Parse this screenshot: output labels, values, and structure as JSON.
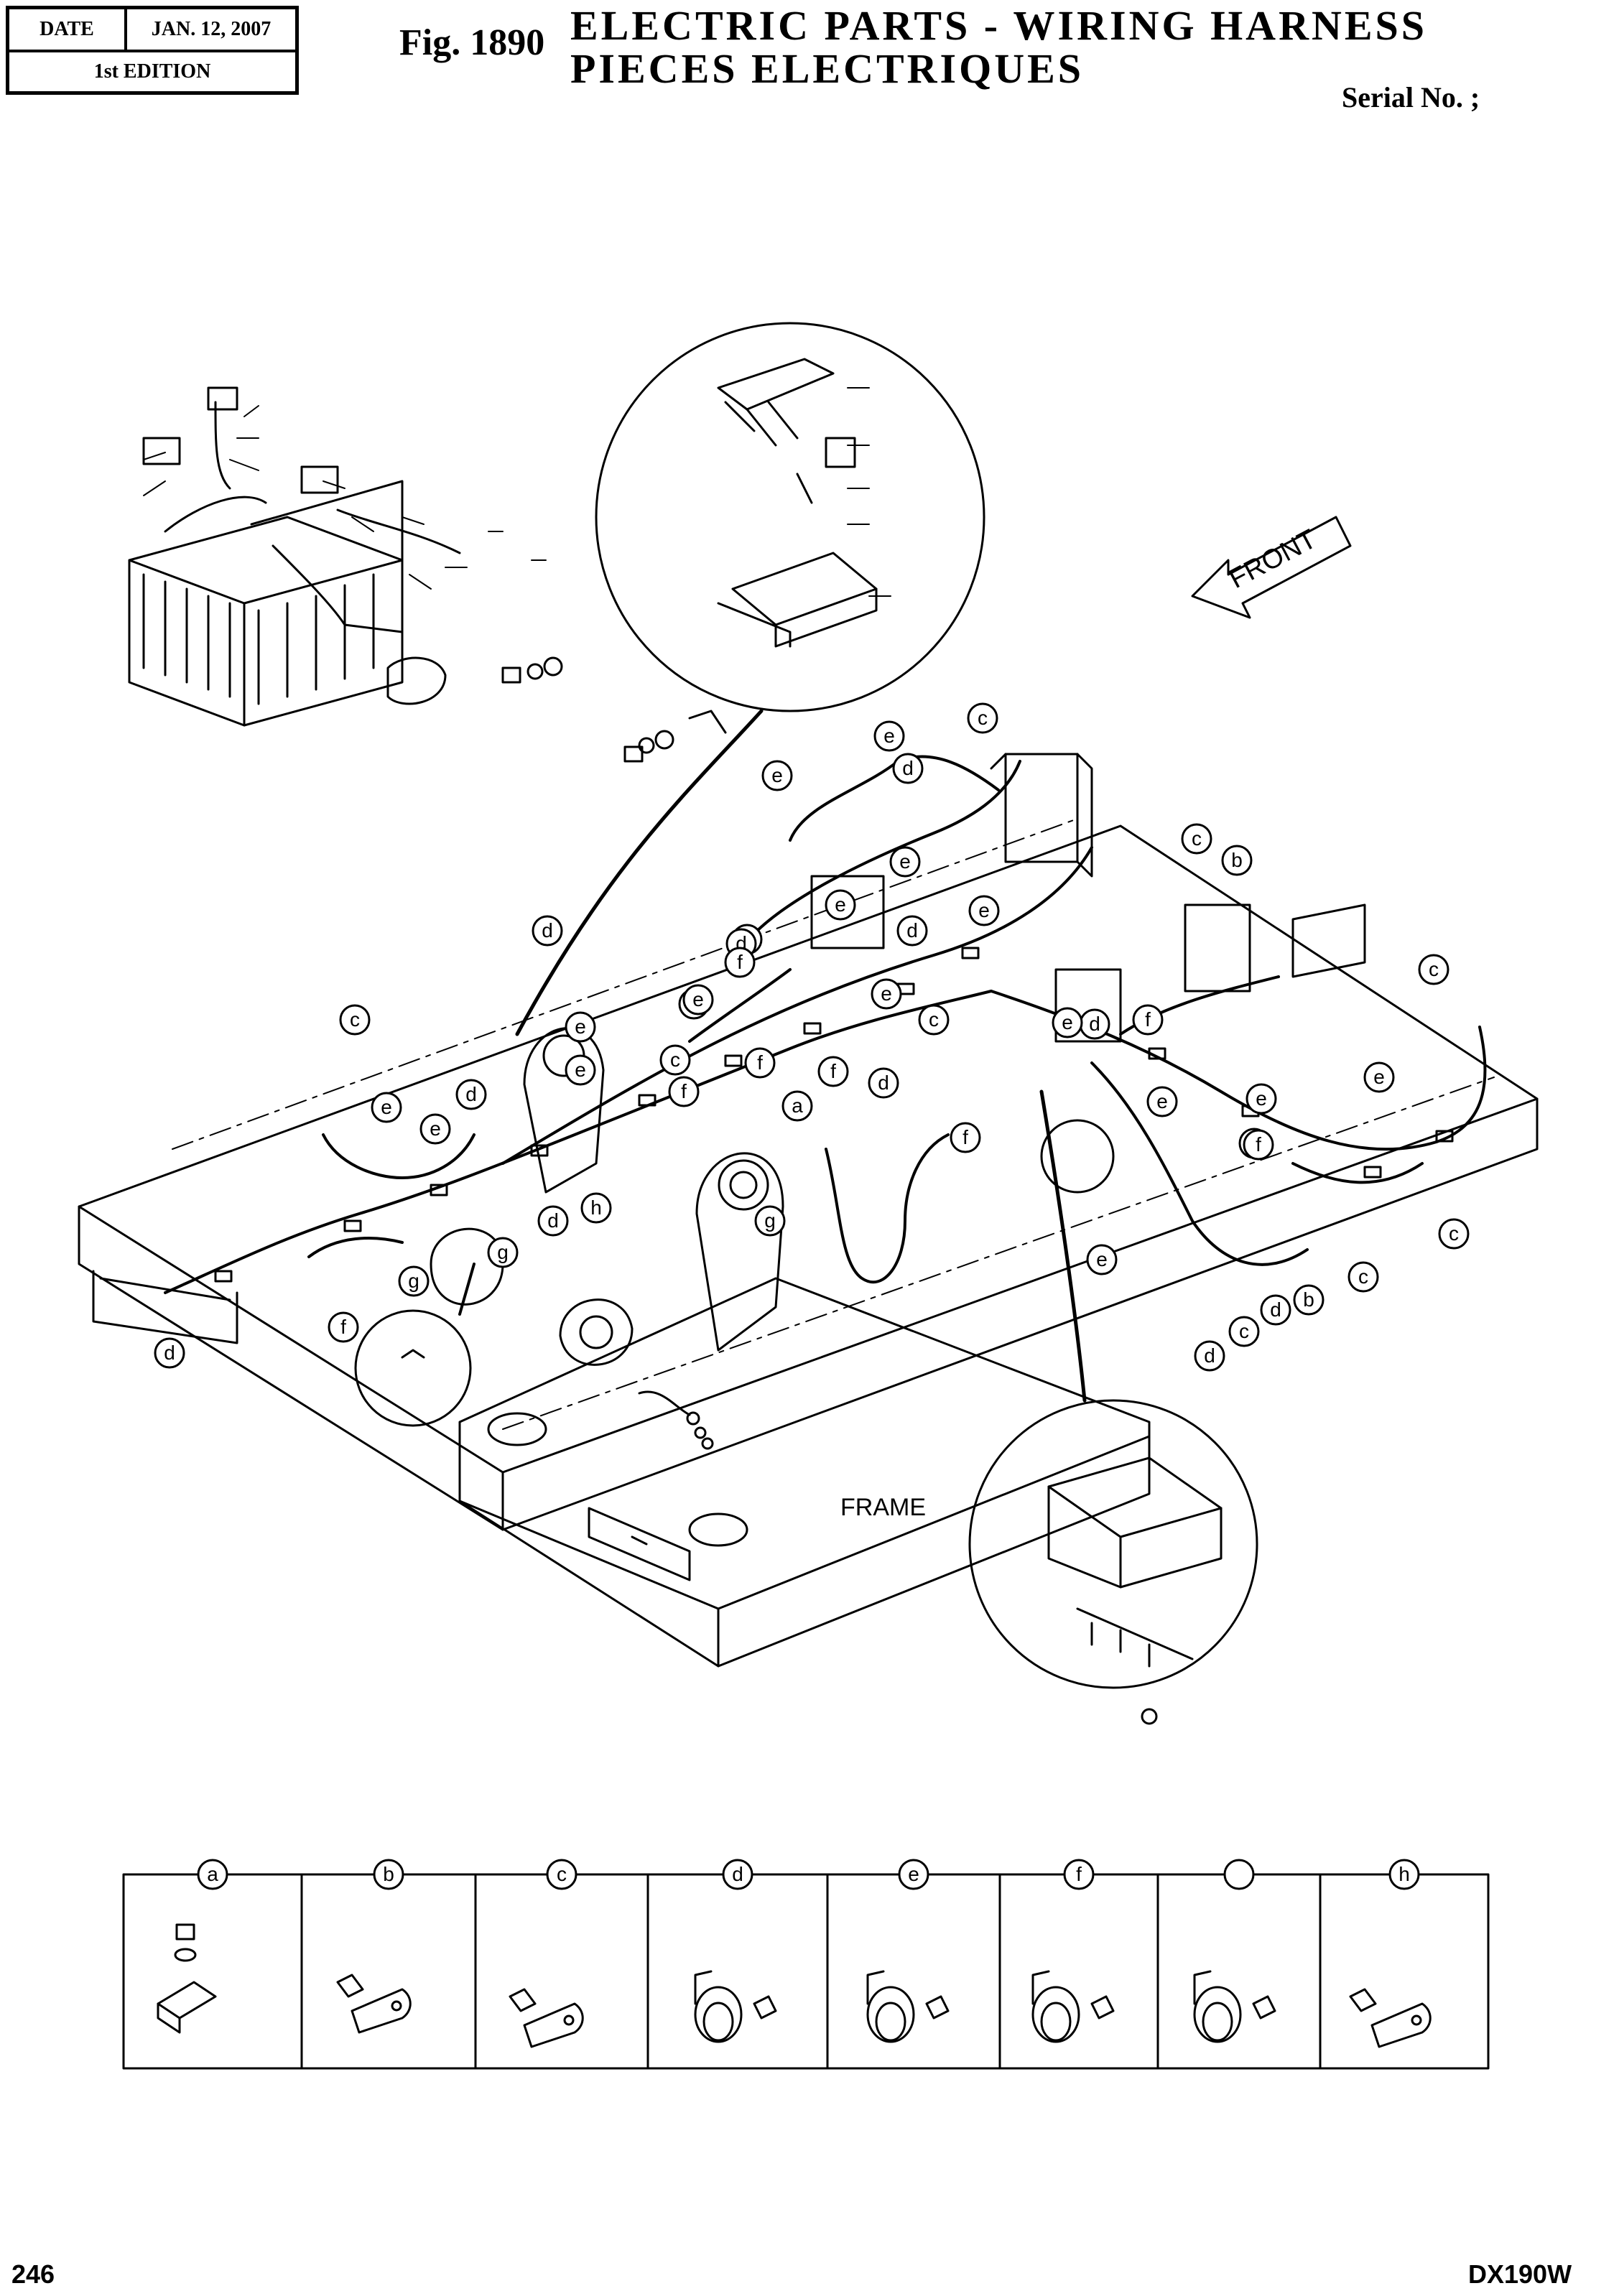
{
  "header": {
    "date_label": "DATE",
    "date_value": "JAN. 12, 2007",
    "edition": "1st EDITION",
    "fig_number": "Fig. 1890",
    "title_line1": "ELECTRIC PARTS - WIRING HARNESS",
    "title_line2": "PIECES ELECTRIQUES",
    "serial": "Serial No. ;"
  },
  "diagram": {
    "front_label": "FRONT",
    "frame_label": "FRAME",
    "callouts": [
      {
        "letter": "a"
      },
      {
        "letter": "a"
      },
      {
        "letter": "b"
      },
      {
        "letter": "b"
      },
      {
        "letter": "c"
      },
      {
        "letter": "c"
      },
      {
        "letter": "c"
      },
      {
        "letter": "c"
      },
      {
        "letter": "c"
      },
      {
        "letter": "c"
      },
      {
        "letter": "c"
      },
      {
        "letter": "c"
      },
      {
        "letter": "c"
      },
      {
        "letter": "d"
      },
      {
        "letter": "d"
      },
      {
        "letter": "d"
      },
      {
        "letter": "d"
      },
      {
        "letter": "d"
      },
      {
        "letter": "d"
      },
      {
        "letter": "d"
      },
      {
        "letter": "d"
      },
      {
        "letter": "d"
      },
      {
        "letter": "d"
      },
      {
        "letter": "d"
      },
      {
        "letter": "e"
      },
      {
        "letter": "e"
      },
      {
        "letter": "e"
      },
      {
        "letter": "e"
      },
      {
        "letter": "e"
      },
      {
        "letter": "e"
      },
      {
        "letter": "e"
      },
      {
        "letter": "e"
      },
      {
        "letter": "e"
      },
      {
        "letter": "e"
      },
      {
        "letter": "e"
      },
      {
        "letter": "e"
      },
      {
        "letter": "e"
      },
      {
        "letter": "e"
      },
      {
        "letter": "e"
      },
      {
        "letter": "e"
      },
      {
        "letter": "e"
      },
      {
        "letter": "e"
      },
      {
        "letter": "f"
      },
      {
        "letter": "f"
      },
      {
        "letter": "f"
      },
      {
        "letter": "f"
      },
      {
        "letter": "f"
      },
      {
        "letter": "f"
      },
      {
        "letter": "f"
      },
      {
        "letter": "f"
      },
      {
        "letter": "g"
      },
      {
        "letter": "g"
      },
      {
        "letter": "g"
      },
      {
        "letter": "h"
      }
    ]
  },
  "legend": {
    "headers": [
      "a",
      "b",
      "c",
      "d",
      "e",
      "f",
      "",
      "h"
    ]
  },
  "footer": {
    "page_number": "246",
    "model": "DX190W"
  }
}
